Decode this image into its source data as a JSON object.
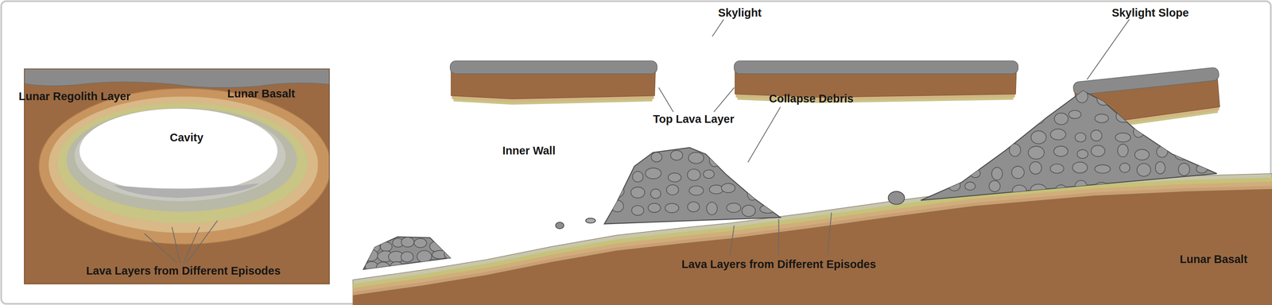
{
  "diagram": {
    "labels": [
      "Lunar Regolith Layer",
      "Lunar Basalt",
      "Cavity",
      "Lava Layers from Different Episodes",
      "Skylight",
      "Skylight Slope",
      "Top Lava Layer",
      "Collapse Debris",
      "Inner Wall",
      "Lava Layers from Different Episodes",
      "Lunar Basalt"
    ]
  }
}
